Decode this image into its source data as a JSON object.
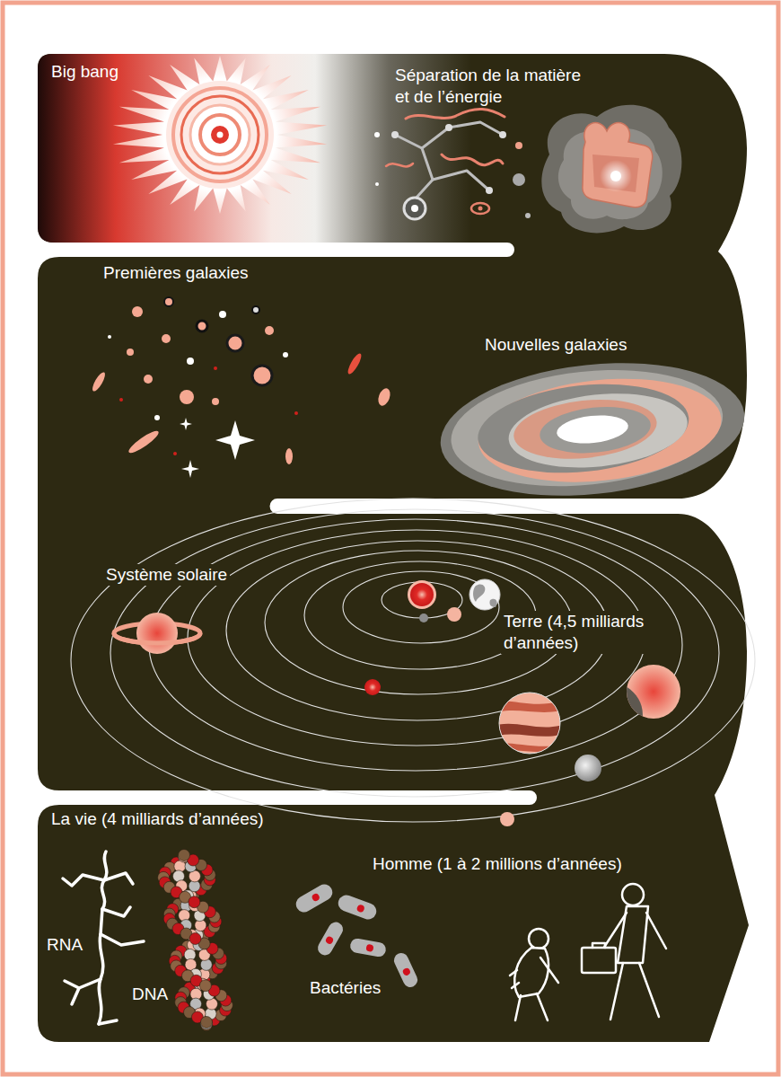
{
  "diagram": {
    "labels": [
      "Big bang",
      "Séparation de la matière et de l’énergie",
      "Premières galaxies",
      "Nouvelles galaxies",
      "Système solaire",
      "Terre (4,5 milliards d’années)",
      "La vie (4 milliards d’années)",
      "RNA",
      "DNA",
      "Bactéries",
      "Homme (1 à 2 millions d’années)"
    ]
  }
}
